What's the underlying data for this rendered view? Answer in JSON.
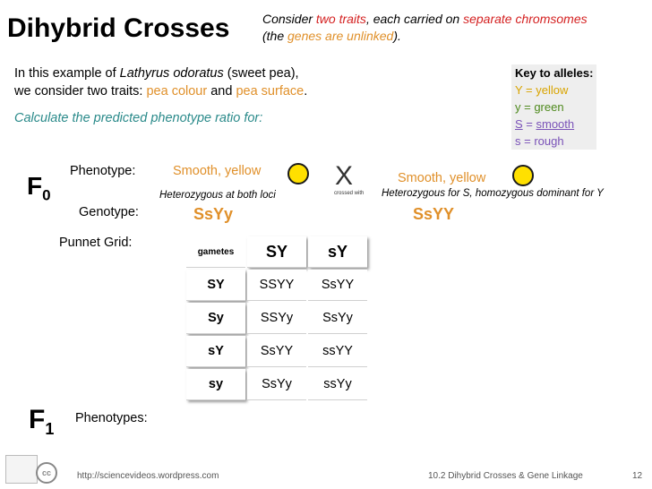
{
  "slide": {
    "title": "Dihybrid Crosses",
    "consider": {
      "p1": "Consider ",
      "p2": "two traits",
      "p3": ", each carried on ",
      "p4": "separate chromsomes",
      "p5": " (the ",
      "p6": "genes are unlinked",
      "p7": ")."
    },
    "intro_line1": {
      "p1": "In this example of ",
      "p2": "Lathyrus odoratus",
      "p3": " (sweet pea),"
    },
    "intro_line2": {
      "p1": "we consider two traits: ",
      "p2": "pea colour",
      "p3": " and ",
      "p4": "pea surface",
      "p5": "."
    },
    "calculate": "Calculate the predicted phenotype ratio for:"
  },
  "key": {
    "heading": "Key to alleles:",
    "Y": "Y = yellow",
    "y": "y = green",
    "S_letter": "S",
    "S_rest": " = ",
    "S_word": "smooth",
    "s": "s = rough"
  },
  "f0": {
    "letter": "F",
    "sub": "0",
    "phenotype_label": "Phenotype:",
    "genotype_label": "Genotype:",
    "parent1": {
      "phenotype": "Smooth, yellow",
      "note": "Heterozygous at both loci",
      "genotype": "SsYy"
    },
    "parent2": {
      "phenotype": "Smooth, yellow",
      "note": "Heterozygous for S, homozygous dominant for Y",
      "genotype": "SsYY"
    },
    "cross_symbol": "X",
    "crossed_with": "crossed with"
  },
  "punnett": {
    "label": "Punnet Grid:",
    "corner": "gametes",
    "col_headers": [
      "SY",
      "sY"
    ],
    "rows": [
      {
        "gamete": "SY",
        "cells": [
          "SSYY",
          "SsYY"
        ]
      },
      {
        "gamete": "Sy",
        "cells": [
          "SSYy",
          "SsYy"
        ]
      },
      {
        "gamete": "sY",
        "cells": [
          "SsYY",
          "ssYY"
        ]
      },
      {
        "gamete": "sy",
        "cells": [
          "SsYy",
          "ssYy"
        ]
      }
    ]
  },
  "f1": {
    "letter": "F",
    "sub": "1",
    "phenotypes_label": "Phenotypes:"
  },
  "footer": {
    "url": "http://sciencevideos.wordpress.com",
    "topic": "10.2 Dihybrid Crosses & Gene Linkage",
    "page": "12",
    "cc": "cc"
  },
  "colors": {
    "accent_red": "#d42020",
    "accent_orange": "#e0902a",
    "teal": "#2a8a8a",
    "pea_yellow": "#ffe000"
  }
}
